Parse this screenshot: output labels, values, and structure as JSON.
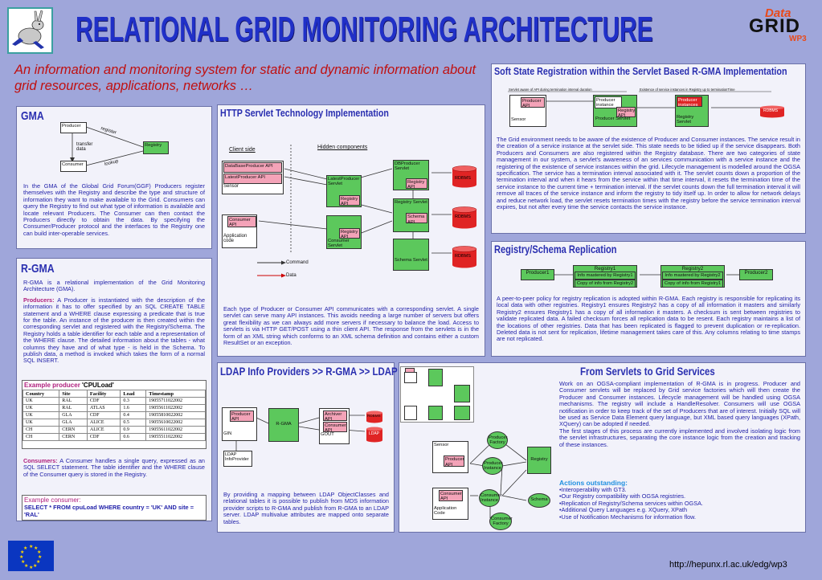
{
  "header": {
    "title": "RELATIONAL GRID MONITORING ARCHITECTURE",
    "subtitle": "An information and monitoring system for static and dynamic information about grid resources, applications, networks …",
    "logo_data": "Data",
    "logo_grid": "GRID",
    "logo_wp3": "WP3",
    "url": "http://hepunx.rl.ac.uk/edg/wp3"
  },
  "gma": {
    "title": "GMA",
    "producer": "Producer",
    "consumer": "Consumer",
    "registry": "Registry",
    "register": "register",
    "transfer": "transfer data",
    "lookup": "lookup",
    "text": "In the GMA of the Global Grid Forum(GGF) Producers register themselves with the Registry and describe the type and structure of information they want to make available to the Grid. Consumers can query the Registry to find out what type of information is available and locate relevant Producers. The Consumer can then contact the Producers directly to obtain the data. By specifying the Consumer/Producer protocol and the interfaces to the Registry one can build inter-operable services."
  },
  "rgma": {
    "title": "R-GMA",
    "intro": "R-GMA is a relational implementation of the Grid Monitoring Architecture (GMA).",
    "producers_label": "Producers:",
    "producers_text": "A Producer is instantiated with the description of the information it has to offer specified by an SQL CREATE TABLE statement and a WHERE clause expressing a predicate that is true for the table. An instance of the producer is then created within the corresponding servlet and registered with the Registry/Schema. The Registry holds a table identifier for each table and a representation of the WHERE clause. The detailed information about the tables - what columns they have and of what type - is held in the Schema. To publish data, a method is invoked which takes the form of a normal SQL INSERT.",
    "example_title": "Example producer ",
    "example_name": "'CPULoad'",
    "table_headers": [
      "Country",
      "Site",
      "Facility",
      "Load",
      "Timestamp"
    ],
    "table_rows": [
      [
        "UK",
        "RAL",
        "CDF",
        "0.3",
        "19055711022002"
      ],
      [
        "UK",
        "RAL",
        "ATLAS",
        "1.6",
        "19055611022002"
      ],
      [
        "UK",
        "GLA",
        "CDF",
        "0.4",
        "19055810022002"
      ],
      [
        "UK",
        "GLA",
        "ALICE",
        "0.5",
        "19055610022002"
      ],
      [
        "CH",
        "CERN",
        "ALICE",
        "0.9",
        "19055611022002"
      ],
      [
        "CH",
        "CERN",
        "CDF",
        "0.6",
        "19055511022002"
      ]
    ],
    "consumers_label": "Consumers:",
    "consumers_text": "A Consumer handles a single query, expressed as an SQL SELECT statement. The table identifier and the WHERE clause of the Consumer query is stored in the Registry.",
    "consumer_example_title": "Example consumer:",
    "consumer_example_sql": "SELECT * FROM  cpuLoad  WHERE country = 'UK' AND site = 'RAL'"
  },
  "http": {
    "title": "HTTP Servlet Technology Implementation",
    "client_side": "Client side",
    "hidden": "Hidden components",
    "db_producer_api": "DataBaseProducer API",
    "latest_producer_api": "LatestProducer API",
    "sensor": "Sensor",
    "latest_producer_servlet": "LatestProducer Servlet",
    "registry_api": "Registry API",
    "db_producer_servlet": "DBProducer Servlet",
    "rdbms": "RDBMS",
    "registry_servlet": "Registry Servlet",
    "schema_api": "Schema API",
    "consumer_api": "Consumer API",
    "app_code": "Application code",
    "consumer_servlet": "Consumer Servlet",
    "schema_servlet": "Schema Servlet",
    "command": "Command",
    "data": "Data",
    "text": "Each type of Producer or Consumer API communicates with a corresponding servlet. A single servlet can serve many API instances. This avoids needing a large number of servers but offers great flexibility as we can always add more servers if necessary to balance the load. Access to servlets is via HTTP GET/POST using a thin client API. The response from the servlets is in the form of an XML string which conforms to an XML schema definition and contains either a custom ResultSet or an exception."
  },
  "soft": {
    "title": "Soft State Registration within the Servlet Based R-GMA Implementation",
    "aware": "Servlet aware of API during termination interval duration",
    "existence": "Existence of service instances in Registry up to terminationTime",
    "producer_api": "Producer API",
    "producer_instance": "Producer instance",
    "registry_api": "Registry API",
    "producer_servlet": "Producer Servlet",
    "registry_servlet": "Registry Servlet",
    "sensor": "Sensor",
    "rdbms": "RDBMS",
    "instances": "Producer instances",
    "text": "The Grid environment needs to be aware of the existence of Producer and Consumer instances. The service result in the creation of a service instance at the servlet side. This state needs to be tidied up if the service disappears. Both Producers and Consumers are also registered within the Registry database. There are two categories of state management in our system, a servlet's awareness of an services communication with a service instance and the registering of the existence of service instances within the grid. Lifecycle management is modelled around the OGSA specification. The service has a termination interval associated with it. The servlet counts down a proportion of the termination interval and when it hears from the service within that time interval, it resets the termination time of the service instance to the current time + termination interval. If the servlet counts down the full termination interval it will remove all traces of the service instance and inform the registry to tidy itself up. In order to allow for network delays and reduce network load, the servlet resets termination times with the registry before the service termination interval expires, but not after every time the service contacts the service instance."
  },
  "repl": {
    "title": "Registry/Schema Replication",
    "producer1": "Producer1",
    "producer2": "Producer2",
    "registry1": "Registry1",
    "registry2": "Registry2",
    "master1": "Info mastered by Registry1",
    "copy2": "Copy of info from Registry2",
    "master2": "Info mastered by Registry2",
    "copy1": "Copy of info from Registry1",
    "text": "A peer-to-peer policy for registry replication is adopted within R-GMA. Each registry is responsible for replicating its local data with other registries. Registry1 ensures Registry2 has a copy of all information it masters and similarly Registry2 ensures Registry1 has a copy of all information it masters. A checksum is sent between registries to validate replicated data. A failed checksum forces all replication data to be resent. Each registry maintains a list of the locations of other registries. Data that has been replicated is flagged to prevent duplication or re-replication. Deleted data is not sent for replication, lifetime management takes care of this. Any columns relating to time stamps are not replicated."
  },
  "ldap": {
    "title": "LDAP Info Providers >> R-GMA >> LDAP",
    "producer_api": "Producer API",
    "gin": "GIN",
    "rgma": "R-GMA",
    "archiver_api": "Archiver API",
    "consumer_api": "Consumer API",
    "gout": "GOUT",
    "rdbms": "RDBMS",
    "ldap": "LDAP",
    "info_provider": "LDAP InfoProvider",
    "text": "By providing a mapping between LDAP ObjectClasses and relational tables it is possible to publish from MDS information provider scripts to R-GMA and publish from R-GMA to an LDAP server. LDAP multivalue attributes are mapped onto separate tables."
  },
  "ogsa": {
    "title": "From Servlets to Grid Services",
    "sensor": "Sensor",
    "producer_api": "Producer API",
    "producer_factory": "Producer Factory",
    "producer_instance": "Producer Instance",
    "registry": "Registry",
    "consumer_api": "Consumer API",
    "consumer_instance": "Consumer Instance",
    "consumer_factory": "Consumer Factory",
    "schema": "Schema",
    "app_code": "Application Code",
    "text1": "Work on an OGSA-compliant implementation of R-GMA is in progress. Producer and Consumer servlets will be replaced by Grid service factories which will then create the Producer and Consumer instances. Lifecycle management will be handled using OGSA mechanisms. The registry will include a HandleResolver. Consumers will use OGSA notification in order to keep track of the set of Producers that are of interest. Initially SQL will be used as Service Data Element query language, but XML based query languages (XPath, XQuery) can be adopted if needed.",
    "text2": "The first stages of this process are currently implemented and involved isolating logic from the servlet infrastructures, separating the core instance logic from the creation and tracking of these instances.",
    "actions_title": "Actions outstanding:",
    "actions": [
      "•Interoperability with GT3.",
      "•Our Registry compatibility with OGSA registries.",
      "•Replication  of Registry/Schema services within OGSA.",
      "•Additional Query Languages e.g. XQuery, XPath",
      "•Use of Notification Mechanisms for information flow."
    ]
  }
}
